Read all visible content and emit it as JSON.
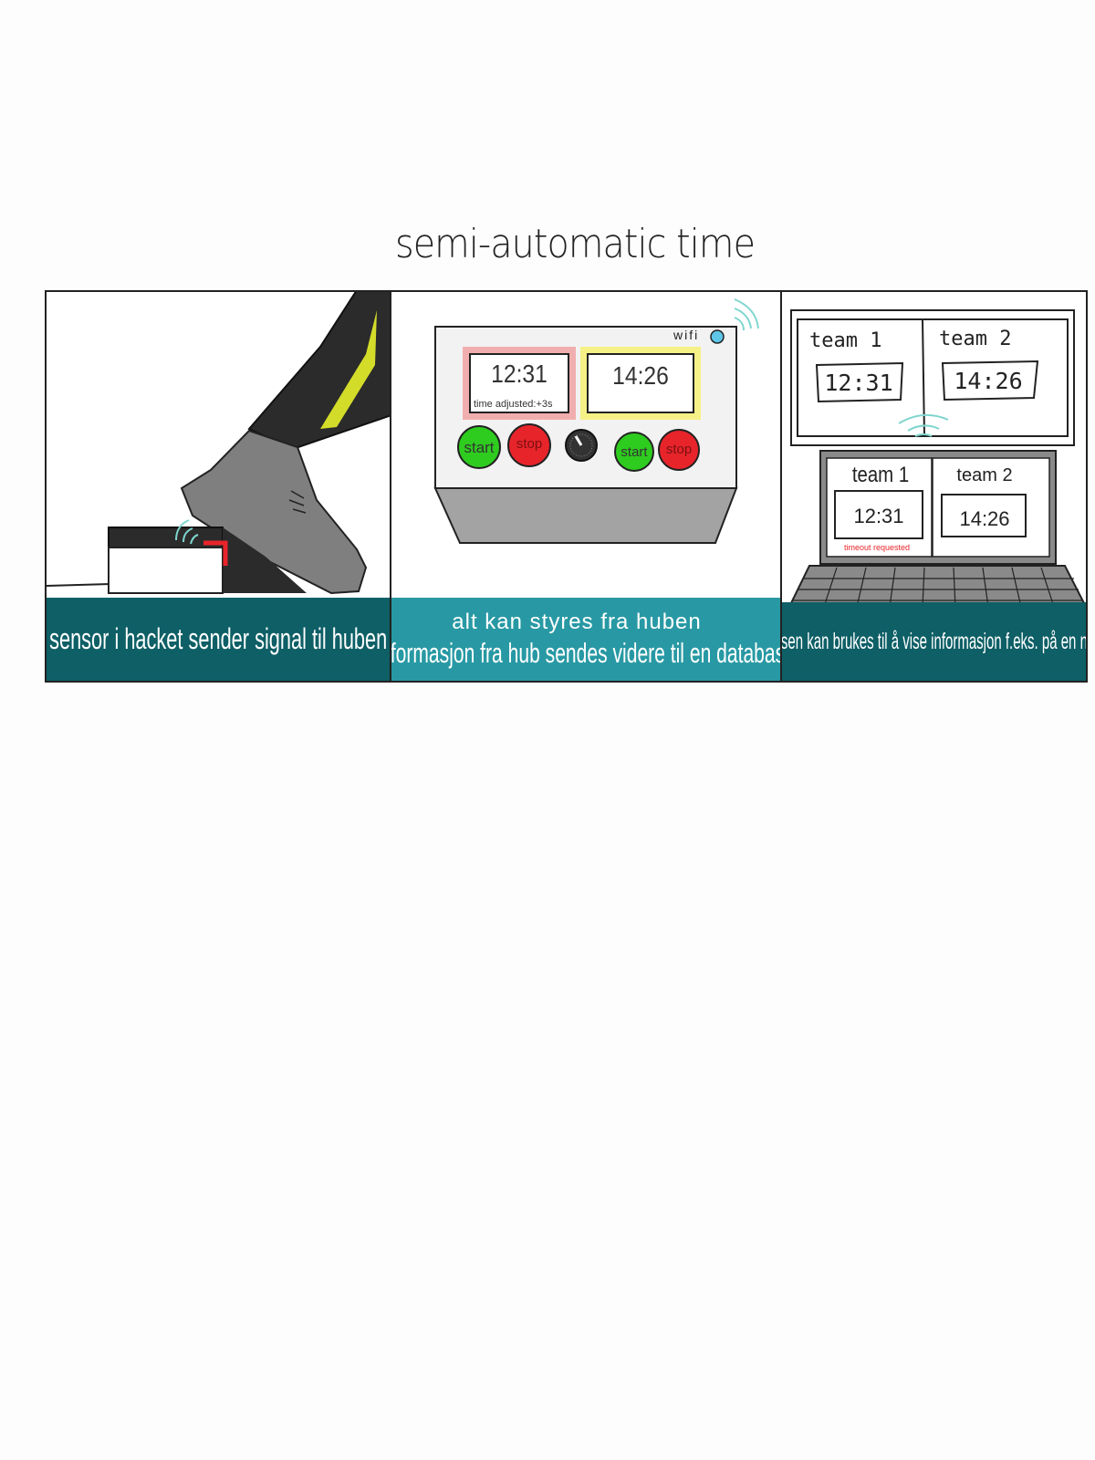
{
  "title": "semi-automatic time",
  "panels": [
    {
      "caption": "sensor i hacket sender signal til huben"
    },
    {
      "hub": {
        "wifi_label": "wifi",
        "team1_time": "12:31",
        "team1_note": "time adjusted:+3s",
        "team2_time": "14:26",
        "start_label": "start",
        "stop_label": "stop"
      },
      "caption_line1": "alt kan styres fra huben",
      "caption_line2": "informasjon fra hub sendes videre til en database"
    },
    {
      "scoreboard": {
        "team1_label": "team 1",
        "team1_time": "12:31",
        "team2_label": "team 2",
        "team2_time": "14:26"
      },
      "laptop": {
        "team1_label": "team 1",
        "team1_time": "12:31",
        "team1_note": "timeout requested",
        "team2_label": "team 2",
        "team2_time": "14:26"
      },
      "caption": "databasen kan brukes til å vise informasjon f.eks. på en nettside"
    }
  ],
  "colors": {
    "caption_dark": "#0e5f66",
    "caption_light": "#2899a4",
    "start_button": "#2ecc1f",
    "stop_button": "#e8242b",
    "highlight_red": "#f08080",
    "highlight_yellow": "#f5f06a",
    "wifi_wave": "#7fd6cf"
  }
}
